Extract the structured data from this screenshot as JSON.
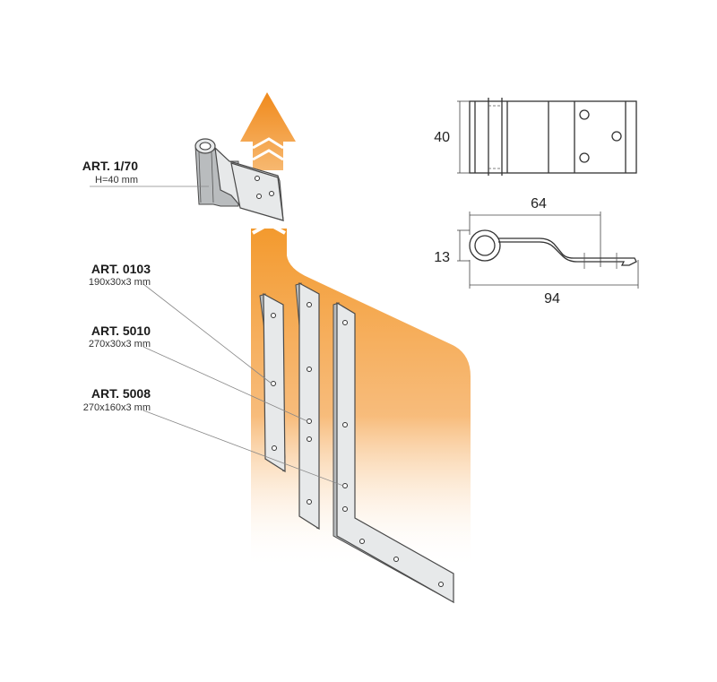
{
  "labels": [
    {
      "title": "ART. 1/70",
      "sub": "H=40 mm"
    },
    {
      "title": "ART. 0103",
      "sub": "190x30x3 mm"
    },
    {
      "title": "ART. 5010",
      "sub": "270x30x3 mm"
    },
    {
      "title": "ART. 5008",
      "sub": "270x160x3 mm"
    }
  ],
  "dimensions": {
    "height": "40",
    "length_top": "64",
    "thickness": "13",
    "length_total": "94"
  },
  "colors": {
    "accent": "#f39a2e",
    "accent_light": "#fbd9b0"
  }
}
